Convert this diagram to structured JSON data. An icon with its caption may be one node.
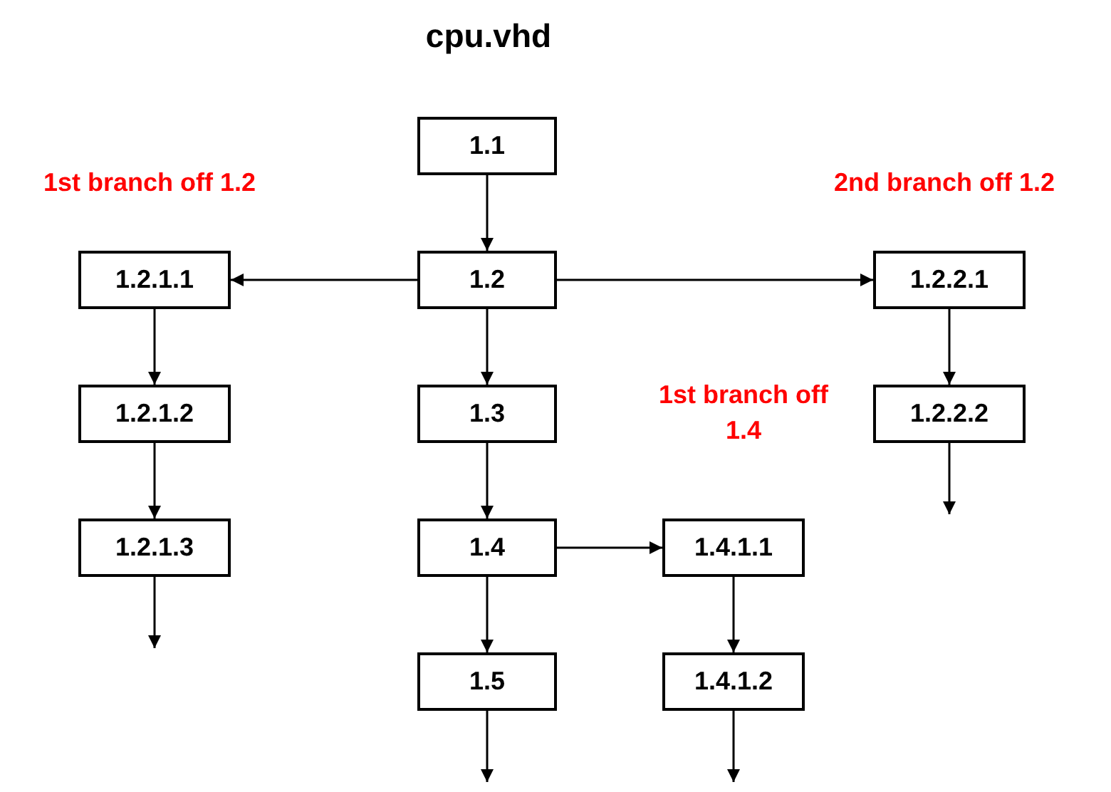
{
  "diagram": {
    "title": "cpu.vhd",
    "nodes": [
      {
        "text": [
          "1.1"
        ]
      },
      {
        "text": [
          "1.2.1.1"
        ]
      },
      {
        "text": [
          "1.2"
        ]
      },
      {
        "text": [
          "1.2.2.1"
        ]
      },
      {
        "text": [
          "1.2.1.2"
        ]
      },
      {
        "text": [
          "1.3"
        ]
      },
      {
        "text": [
          "1.2.2.2"
        ]
      },
      {
        "text": [
          "1.2.1.3"
        ]
      },
      {
        "text": [
          "1.4"
        ]
      },
      {
        "text": [
          "1.4.1.1"
        ]
      },
      {
        "text": [
          "1.5"
        ]
      },
      {
        "text": [
          "1.4.1.2"
        ]
      }
    ],
    "edges": [
      {
        "from": 0,
        "to": 2,
        "arrow": "to"
      },
      {
        "from": 2,
        "to": 1,
        "arrow": "to"
      },
      {
        "from": 2,
        "to": 3,
        "arrow": "to"
      },
      {
        "from": 1,
        "to": 4,
        "arrow": "to"
      },
      {
        "from": 2,
        "to": 5,
        "arrow": "to"
      },
      {
        "from": 3,
        "to": 6,
        "arrow": "to"
      },
      {
        "from": 4,
        "to": 7,
        "arrow": "to"
      },
      {
        "from": 5,
        "to": 8,
        "arrow": "to"
      },
      {
        "from": 8,
        "to": 9,
        "arrow": "to"
      },
      {
        "from": 8,
        "to": 10,
        "arrow": "to"
      },
      {
        "from": 9,
        "to": 11,
        "arrow": "to"
      },
      {
        "from": 7,
        "to": null,
        "arrow": "to"
      },
      {
        "from": 6,
        "to": null,
        "arrow": "to"
      },
      {
        "from": 10,
        "to": null,
        "arrow": "to"
      },
      {
        "from": 11,
        "to": null,
        "arrow": "to"
      }
    ],
    "labels": [
      "1st branch off 1.2",
      "2nd branch off 1.2",
      "1st branch off 1.4"
    ]
  }
}
